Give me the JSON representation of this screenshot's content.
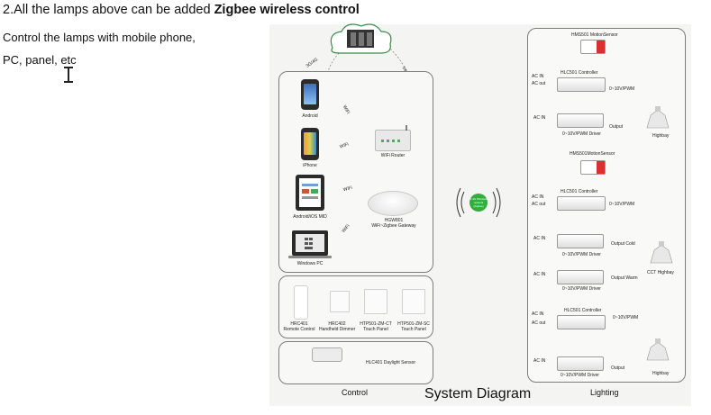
{
  "heading": {
    "prefix": "2.All the lamps above can be added ",
    "bold": "Zigbee wireless control"
  },
  "description": {
    "line1": "Control the lamps with mobile phone,",
    "line2": "PC, panel, etc"
  },
  "diagram": {
    "title": "System Diagram",
    "left_label": "Control",
    "right_label": "Lighting",
    "cloud_link_left": "3G/4G",
    "cloud_link_right": "Internet",
    "devices": {
      "android": "Android",
      "iphone": "iPhone",
      "ipad": "Android/iOS MID",
      "pc": "Windows PC",
      "router": "WiFi Router",
      "gateway_model": "HGW801",
      "gateway_name": "WiFi~Zigbee Gateway"
    },
    "wifi_labels": [
      "WiFi",
      "WiFi",
      "WiFi",
      "WiFi"
    ],
    "zigbee_badge": "2.4G Wireless network (Zigbee)",
    "controllers": [
      {
        "model": "HRC401",
        "name": "Remote Control"
      },
      {
        "model": "HRC402",
        "name": "Handheld Dimmer"
      },
      {
        "model": "HTP501-ZM-CT",
        "name": "Touch Panel"
      },
      {
        "model": "HTP501-ZM-SC",
        "name": "Touch Panel"
      }
    ],
    "daylight_sensor": "HLC401 Daylight Sensor",
    "lighting_groups": [
      {
        "sensor": "HMS501 MotionSensor",
        "controller": "HLC501 Controller",
        "ac_in": "AC IN",
        "ac_out": "AC out",
        "signal": "0~10V/PWM",
        "driver_ac_in": "AC IN",
        "driver": "0~10V/PWM Driver",
        "output": "Output",
        "lamp": "Highbay"
      },
      {
        "sensor": "HMS501MotionSensor",
        "controller": "HLC501 Controller",
        "ac_in": "AC IN",
        "ac_out": "AC out",
        "signal": "0~10V/PWM",
        "driver_ac_in_1": "AC IN",
        "driver_1": "0~10V/PWM Driver",
        "output_1": "Output Cold",
        "driver_ac_in_2": "AC IN",
        "driver_2": "0~10V/PWM Driver",
        "output_2": "Output Warm",
        "lamp": "CCT Highbay"
      },
      {
        "controller": "HLC501 Controller",
        "ac_in": "AC IN",
        "ac_out": "AC out",
        "signal": "0~10V/PWM",
        "driver_ac_in": "AC IN",
        "driver": "0~10V/PWM Driver",
        "output": "Output",
        "lamp": "Highbay"
      }
    ]
  },
  "colors": {
    "wifi_arrow": "#2f7d3a",
    "motion_sensor": "#d93030",
    "zigbee_badge": "#2fae3a",
    "panel_border": "#7d7d7d"
  }
}
